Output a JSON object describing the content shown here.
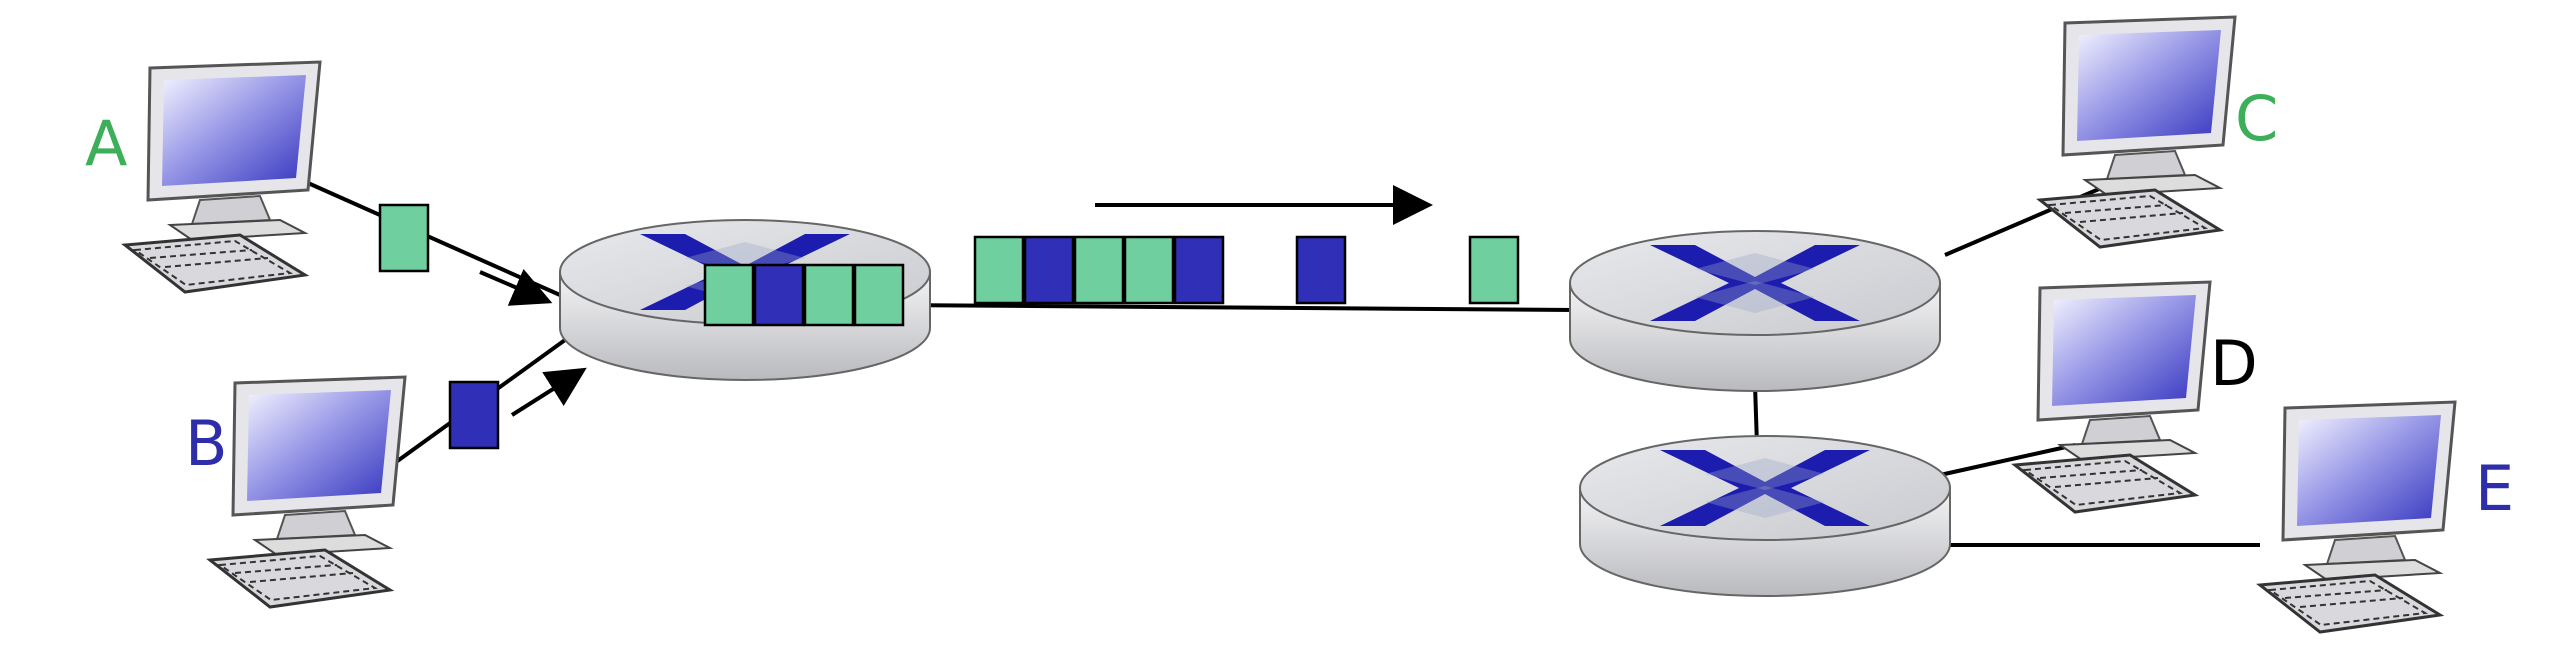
{
  "hosts": [
    {
      "id": "A",
      "label": "A",
      "color": "#3dae5a"
    },
    {
      "id": "B",
      "label": "B",
      "color": "#2e2eaa"
    },
    {
      "id": "C",
      "label": "C",
      "color": "#3dae5a"
    },
    {
      "id": "D",
      "label": "D",
      "color": "#000000"
    },
    {
      "id": "E",
      "label": "E",
      "color": "#2e2eaa"
    }
  ],
  "colors": {
    "packet_green": "#6fcf9e",
    "packet_blue": "#2f2fb8",
    "router_top": "#dfe0e3",
    "router_cross": "#1c1cae",
    "screen": "#5b5bd6"
  },
  "icons": [
    "computer-icon",
    "router-icon",
    "arrow-icon",
    "packet-icon"
  ]
}
